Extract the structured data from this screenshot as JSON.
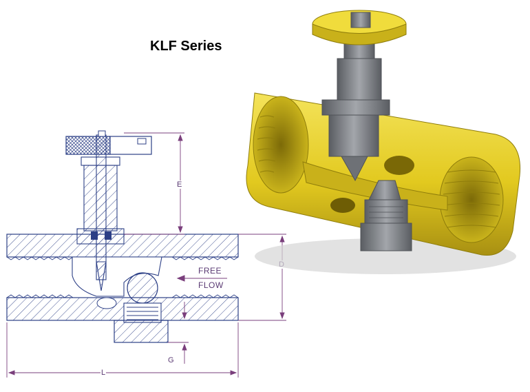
{
  "title": "KLF Series",
  "diagram": {
    "flow_label_line1": "FREE",
    "flow_label_line2": "FLOW",
    "dimensions": {
      "E": "E",
      "D": "D",
      "G": "G",
      "L": "L"
    }
  },
  "colors": {
    "line": "#2c3f86",
    "dimension": "#7a3f7c",
    "brass": "#e7d12a",
    "brass_dark": "#8f7d0b",
    "steel": "#8a8d92",
    "steel_dark": "#4f5257"
  }
}
